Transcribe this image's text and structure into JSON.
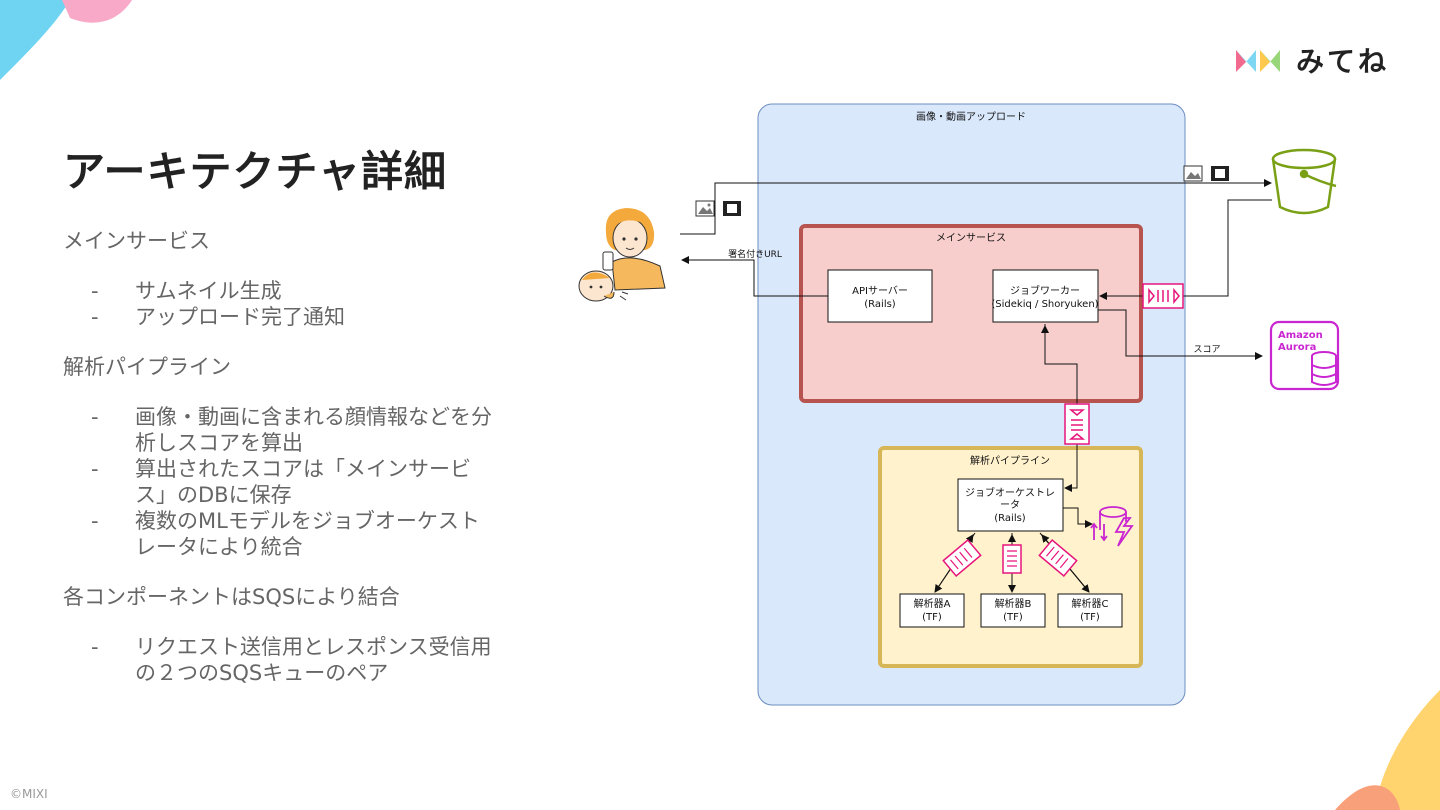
{
  "brand": {
    "name": "みてね"
  },
  "title": "アーキテクチャ詳細",
  "sections": [
    {
      "heading": "メインサービス",
      "items": [
        "サムネイル生成",
        "アップロード完了通知"
      ]
    },
    {
      "heading": "解析パイプライン",
      "items": [
        "画像・動画に含まれる顔情報などを分析しスコアを算出",
        "算出されたスコアは「メインサービス」のDBに保存",
        "複数のMLモデルをジョブオーケストレータにより統合"
      ]
    },
    {
      "heading": "各コンポーネントはSQSにより結合",
      "items": [
        "リクエスト送信用とレスポンス受信用の２つのSQSキューのペア"
      ]
    }
  ],
  "footer": {
    "copyright": "©MIXI"
  },
  "diagram": {
    "outer_label": "画像・動画アップロード",
    "main_service_label": "メインサービス",
    "api_server": {
      "line1": "APIサーバー",
      "line2": "(Rails)"
    },
    "job_worker": {
      "line1": "ジョブワーカー",
      "line2": "(Sidekiq / Shoryuken)"
    },
    "pipeline_label": "解析パイプライン",
    "orchestrator": {
      "line1": "ジョブオーケストレ",
      "line2": "ータ",
      "line3": "(Rails)"
    },
    "analyzers": [
      {
        "line1": "解析器A",
        "line2": "(TF)"
      },
      {
        "line1": "解析器B",
        "line2": "(TF)"
      },
      {
        "line1": "解析器C",
        "line2": "(TF)"
      }
    ],
    "signed_url_label": "署名付きURL",
    "score_label": "スコア",
    "aurora": {
      "line1": "Amazon",
      "line2": "Aurora"
    },
    "colors": {
      "outer_fill": "#dae8fc",
      "outer_stroke": "#6c8ebf",
      "main_fill": "#f8cecc",
      "main_stroke": "#b85450",
      "pipeline_fill": "#fff2cc",
      "pipeline_stroke": "#d6b656",
      "s3_green": "#7aa116",
      "purple": "#c925d1",
      "sqs_pink": "#e7157b"
    }
  }
}
